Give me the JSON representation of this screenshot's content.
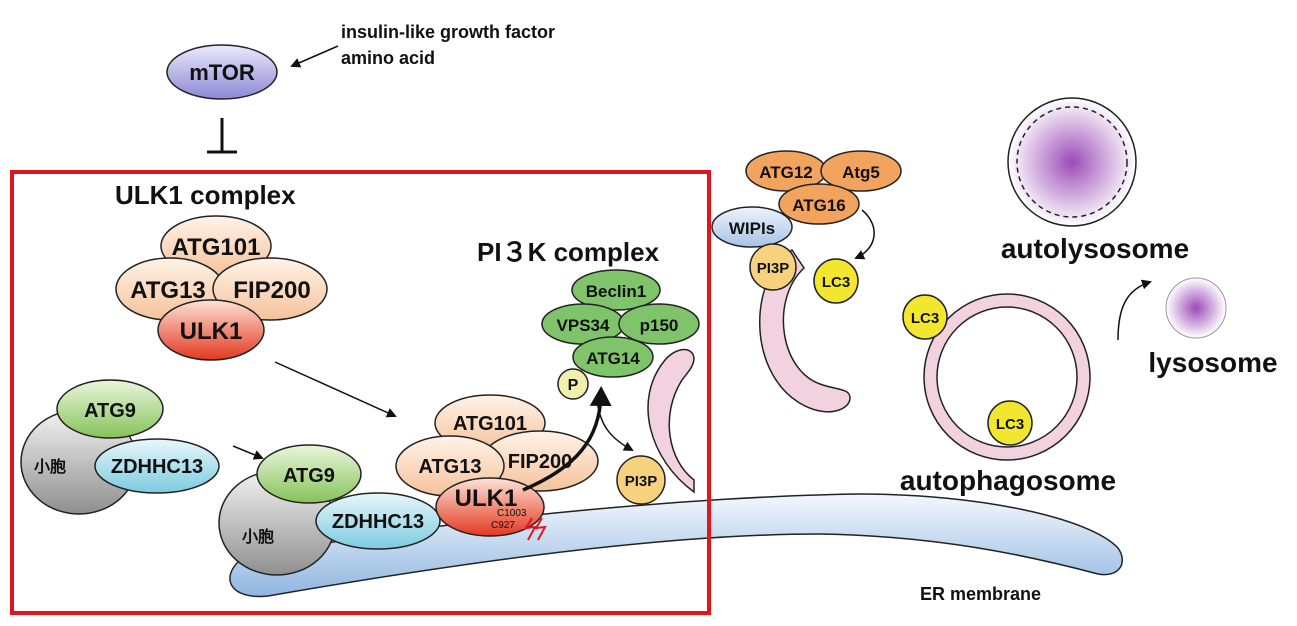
{
  "mtor": "mTOR",
  "inputs": {
    "line1": "insulin-like growth factor",
    "line2": "amino acid"
  },
  "ulk1_complex": {
    "title": "ULK1 complex",
    "atg101": "ATG101",
    "atg13": "ATG13",
    "fip200": "FIP200",
    "ulk1": "ULK1"
  },
  "vesicle_left": {
    "atg9": "ATG9",
    "zdhhc13": "ZDHHC13",
    "vesicle": "小胞"
  },
  "vesicle_mid": {
    "atg9": "ATG9",
    "zdhhc13": "ZDHHC13",
    "vesicle": "小胞"
  },
  "ulk1_bound": {
    "atg101": "ATG101",
    "atg13": "ATG13",
    "fip200": "FIP200",
    "ulk1": "ULK1",
    "site1": "C1003",
    "site2": "C927"
  },
  "pi3k_complex": {
    "title": "PI３K complex",
    "beclin1": "Beclin1",
    "vps34": "VPS34",
    "p150": "p150",
    "atg14": "ATG14",
    "p": "P"
  },
  "pi3p_1": "PI3P",
  "pi3p_2": "PI3P",
  "atg_conj": {
    "atg12": "ATG12",
    "atg5": "Atg5",
    "atg16": "ATG16",
    "wipis": "WIPIs"
  },
  "lc3_1": "LC3",
  "lc3_2": "LC3",
  "lc3_3": "LC3",
  "autophagosome": "autophagosome",
  "autolysosome": "autolysosome",
  "lysosome": "lysosome",
  "er_membrane": "ER membrane",
  "colors": {
    "box": "#e3141d",
    "ulk1": "#e8462a",
    "peach": "#f6c9a4",
    "green": "#7fc46a",
    "cyan": "#9fd7e6",
    "grey": "#b0b0b0",
    "yellow": "#f2e62e",
    "pi3p": "#f6d27f",
    "orange": "#f2a45e",
    "pink": "#f3d2df",
    "mtor": "#a7a4e0",
    "er": "#c2d8f0"
  }
}
